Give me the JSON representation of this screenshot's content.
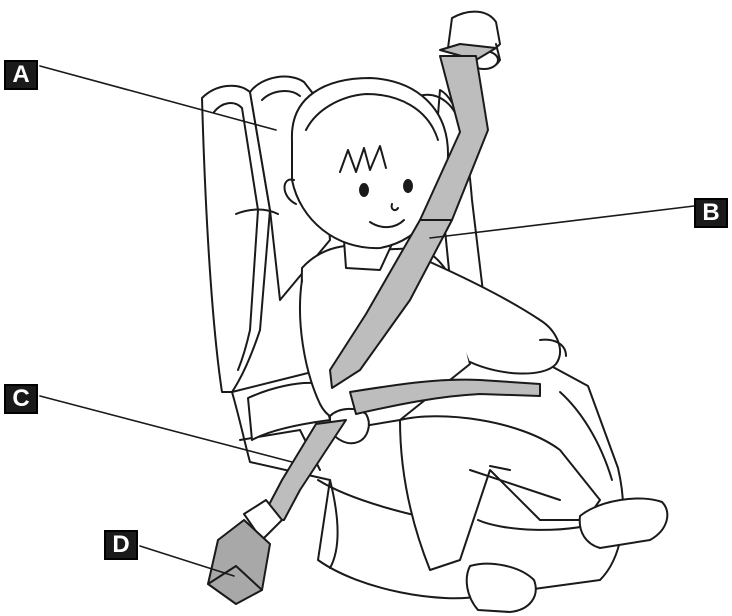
{
  "labels": {
    "a": "A",
    "b": "B",
    "c": "C",
    "d": "D"
  },
  "colors": {
    "line": "#1a1a1a",
    "belt_fill": "#bdbdbd",
    "buckle_fill": "#a8a8a8",
    "background": "#ffffff"
  }
}
